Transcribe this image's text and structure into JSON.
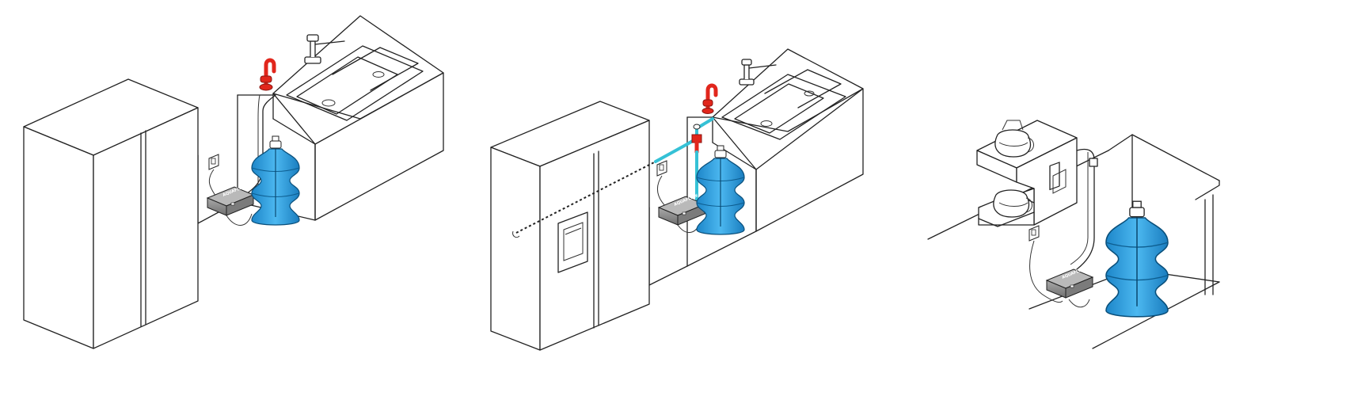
{
  "figure": {
    "panels": [
      {
        "id": "scene-1",
        "setup": "sink-hot-water-dispenser"
      },
      {
        "id": "scene-2",
        "setup": "sink-dispenser-plus-refrigerator"
      },
      {
        "id": "scene-3",
        "setup": "coffee-maker"
      }
    ]
  },
  "pump": {
    "brand_text": "AQUAFLOW"
  },
  "colors": {
    "bottle_water": "#29a3e8",
    "bottle_dark": "#1679b8",
    "hot_tap": "#e1261c",
    "supply_line": "#35c1d6",
    "pump_body": "#8d8d8d",
    "line_art": "#222222"
  },
  "icons": {
    "faucet": "faucet-icon",
    "hot_tap": "hot-water-tap-icon",
    "bottle": "water-bottle-icon",
    "pump": "water-pump-icon",
    "outlet": "wall-outlet-icon",
    "refrigerator": "refrigerator-icon",
    "coffee_maker": "coffee-maker-icon"
  }
}
